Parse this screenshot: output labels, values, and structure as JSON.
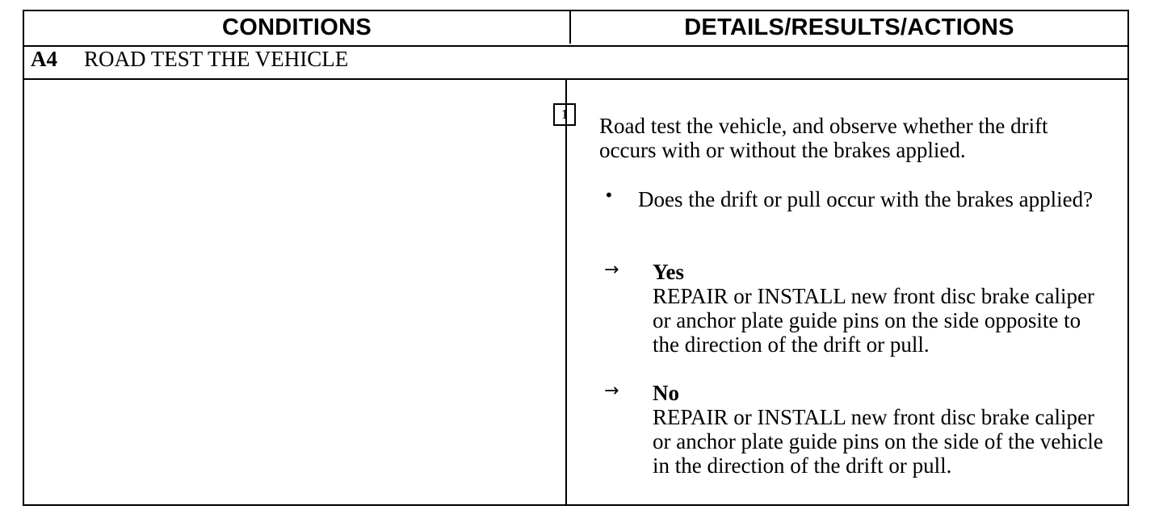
{
  "table": {
    "header": {
      "conditions": "CONDITIONS",
      "details": "DETAILS/RESULTS/ACTIONS"
    },
    "step": {
      "id": "A4",
      "title": "ROAD TEST THE VEHICLE"
    },
    "action": {
      "number": "1",
      "instruction": "Road test the vehicle, and observe whether the drift occurs with or without the brakes applied.",
      "bullet_symbol": "•",
      "question": "Does the drift or pull occur with the brakes applied?",
      "arrow_symbol": "→",
      "answers": [
        {
          "label": "Yes",
          "text": "REPAIR or INSTALL new front disc brake caliper or anchor plate guide pins on the side opposite to the direction of the drift or pull."
        },
        {
          "label": "No",
          "text": "REPAIR or INSTALL new front disc brake caliper or anchor plate guide pins on the side of the vehicle in the direction of the drift or pull."
        }
      ]
    }
  }
}
